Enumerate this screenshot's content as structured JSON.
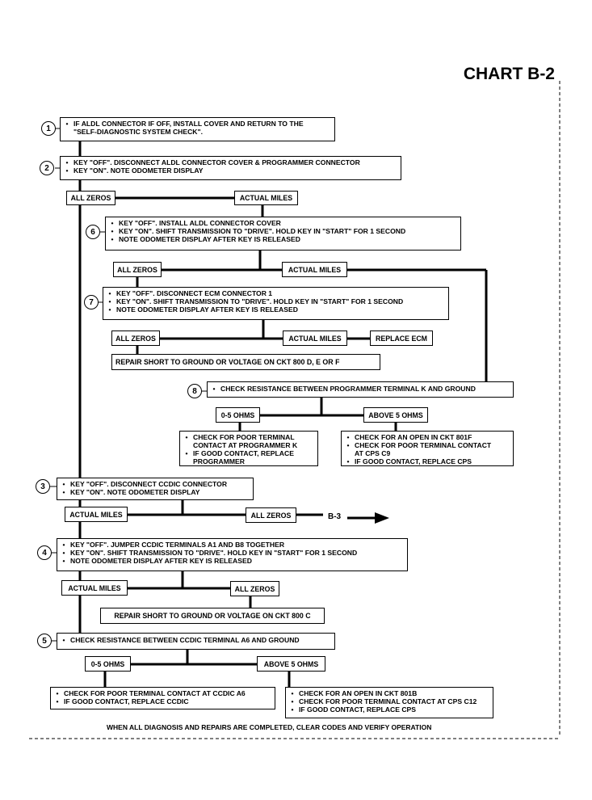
{
  "chart_title": "CHART B-2",
  "steps": {
    "s1": {
      "num": "1",
      "bullets": [
        "IF ALDL CONNECTOR IF OFF, INSTALL COVER AND RETURN TO THE\n\"SELF-DIAGNOSTIC SYSTEM CHECK\"."
      ]
    },
    "s2": {
      "num": "2",
      "bullets": [
        "KEY \"OFF\". DISCONNECT ALDL CONNECTOR COVER & PROGRAMMER CONNECTOR",
        "KEY \"ON\". NOTE ODOMETER DISPLAY"
      ]
    },
    "s6": {
      "num": "6",
      "bullets": [
        "KEY \"OFF\". INSTALL ALDL CONNECTOR COVER",
        "KEY \"ON\". SHIFT TRANSMISSION TO \"DRIVE\". HOLD KEY IN \"START\" FOR 1 SECOND",
        "NOTE ODOMETER DISPLAY AFTER KEY IS RELEASED"
      ]
    },
    "s7": {
      "num": "7",
      "bullets": [
        "KEY \"OFF\". DISCONNECT ECM CONNECTOR 1",
        "KEY \"ON\". SHIFT TRANSMISSION TO \"DRIVE\". HOLD KEY IN \"START\" FOR 1 SECOND",
        "NOTE ODOMETER DISPLAY AFTER KEY IS RELEASED"
      ]
    },
    "s8": {
      "num": "8",
      "bullets": [
        "CHECK RESISTANCE BETWEEN PROGRAMMER TERMINAL K AND GROUND"
      ]
    },
    "s8_low": {
      "bullets": [
        "CHECK FOR POOR TERMINAL\nCONTACT AT PROGRAMMER K",
        "IF GOOD CONTACT, REPLACE\nPROGRAMMER"
      ]
    },
    "s8_high": {
      "bullets": [
        "CHECK FOR AN OPEN IN CKT 801F",
        "CHECK FOR POOR TERMINAL CONTACT\nAT CPS C9",
        "IF GOOD CONTACT, REPLACE CPS"
      ]
    },
    "s3": {
      "num": "3",
      "bullets": [
        "KEY \"OFF\". DISCONNECT CCDIC CONNECTOR",
        "KEY \"ON\". NOTE ODOMETER DISPLAY"
      ]
    },
    "s4": {
      "num": "4",
      "bullets": [
        "KEY \"OFF\". JUMPER CCDIC TERMINALS A1 AND B8 TOGETHER",
        "KEY \"ON\". SHIFT TRANSMISSION TO \"DRIVE\". HOLD KEY IN \"START\" FOR 1 SECOND",
        "NOTE ODOMETER DISPLAY AFTER KEY IS RELEASED"
      ]
    },
    "s5": {
      "num": "5",
      "bullets": [
        "CHECK RESISTANCE BETWEEN CCDIC TERMINAL A6 AND GROUND"
      ]
    },
    "s5_low": {
      "bullets": [
        "CHECK FOR POOR TERMINAL CONTACT AT CCDIC A6",
        "IF GOOD CONTACT, REPLACE CCDIC"
      ]
    },
    "s5_high": {
      "bullets": [
        "CHECK FOR AN OPEN IN CKT 801B",
        "CHECK FOR POOR TERMINAL CONTACT AT CPS C12",
        "IF GOOD CONTACT, REPLACE CPS"
      ]
    }
  },
  "labels": {
    "s2_zeros": "ALL ZEROS",
    "s2_miles": "ACTUAL MILES",
    "s6_zeros": "ALL ZEROS",
    "s6_miles": "ACTUAL MILES",
    "s7_zeros": "ALL ZEROS",
    "s7_miles": "ACTUAL MILES",
    "s7_replace": "REPLACE ECM",
    "s7_repair": "REPAIR SHORT TO GROUND OR VOLTAGE ON CKT 800 D, E OR F",
    "s8_low": "0-5 OHMS",
    "s8_high": "ABOVE 5 OHMS",
    "s3_miles": "ACTUAL MILES",
    "s3_zeros": "ALL ZEROS",
    "s3_goto": "B-3",
    "s4_miles": "ACTUAL MILES",
    "s4_zeros": "ALL ZEROS",
    "s4_repair": "REPAIR SHORT TO GROUND OR VOLTAGE ON CKT 800 C",
    "s5_low": "0-5 OHMS",
    "s5_high": "ABOVE 5 OHMS"
  },
  "bullet_glyph": "•",
  "footer": "WHEN ALL DIAGNOSIS AND REPAIRS ARE COMPLETED, CLEAR CODES AND VERIFY OPERATION"
}
